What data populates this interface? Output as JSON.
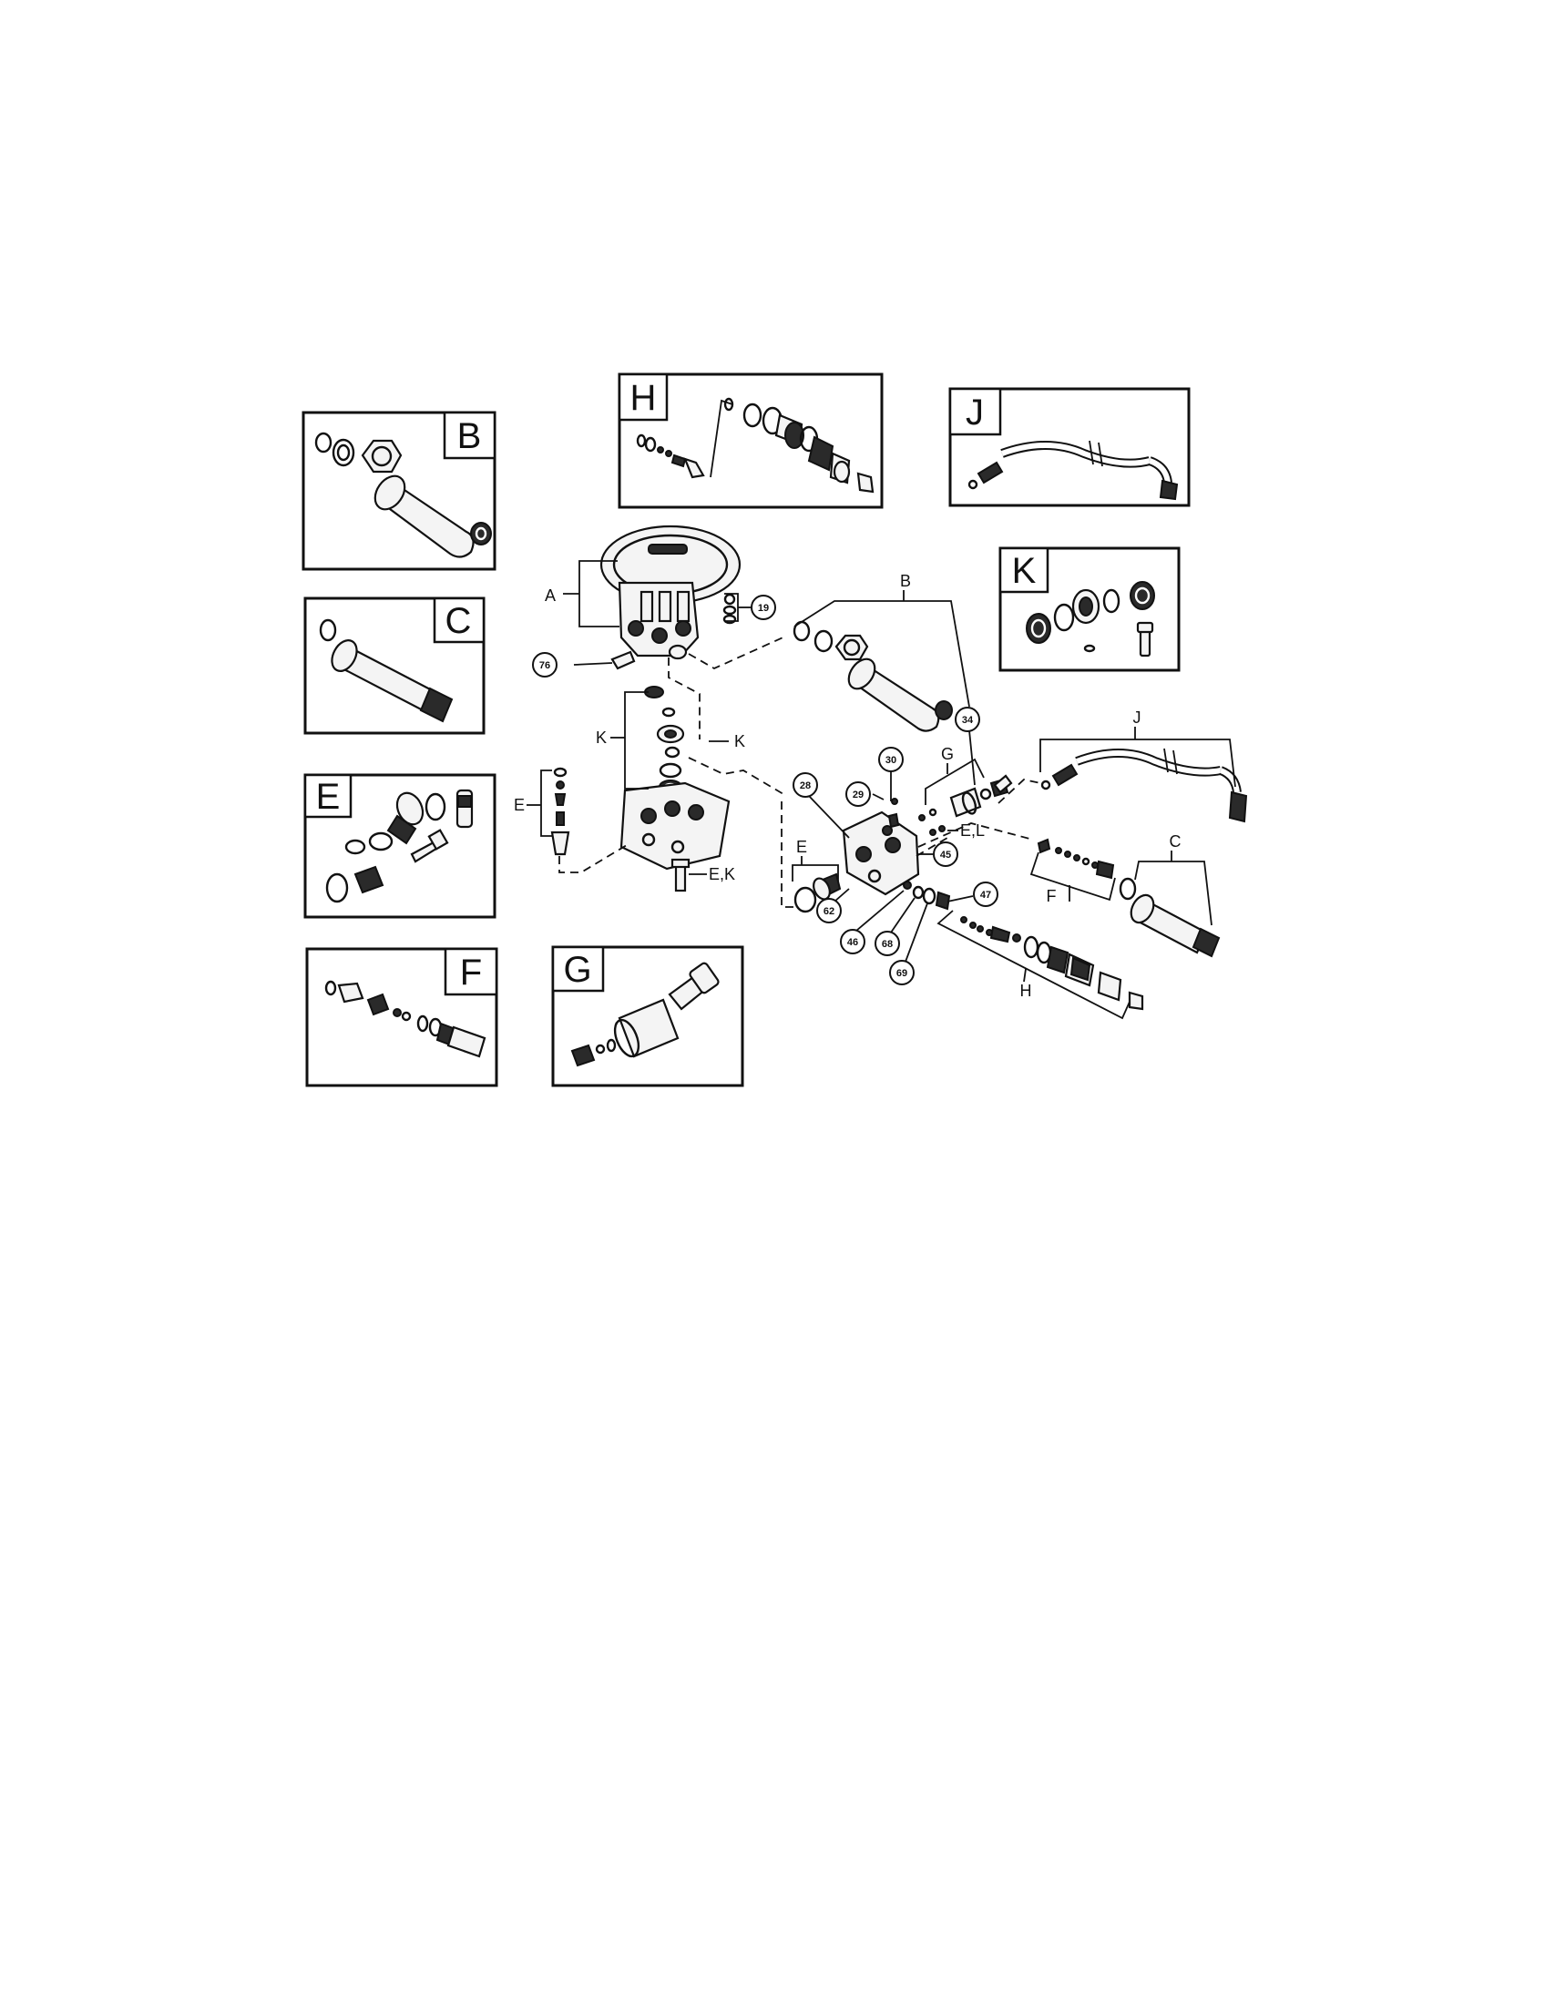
{
  "inset_boxes": [
    {
      "id": "B",
      "letter": "B"
    },
    {
      "id": "C",
      "letter": "C"
    },
    {
      "id": "E",
      "letter": "E"
    },
    {
      "id": "F",
      "letter": "F"
    },
    {
      "id": "G",
      "letter": "G"
    },
    {
      "id": "H",
      "letter": "H"
    },
    {
      "id": "J",
      "letter": "J"
    },
    {
      "id": "K",
      "letter": "K"
    }
  ],
  "part_numbers": [
    "19",
    "76",
    "30",
    "34",
    "28",
    "29",
    "45",
    "47",
    "62",
    "46",
    "68",
    "69"
  ],
  "callout_letters": [
    "A",
    "B",
    "K",
    "K",
    "E",
    "E,K",
    "G",
    "E,L",
    "J",
    "E",
    "F",
    "C",
    "H"
  ]
}
